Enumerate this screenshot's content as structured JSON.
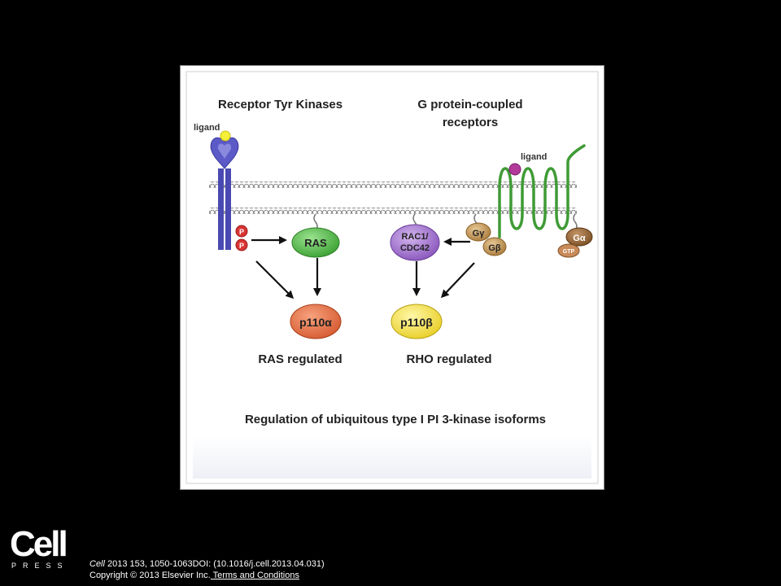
{
  "figure": {
    "left_title": "Receptor Tyr Kinases",
    "right_title_line1": "G protein-coupled",
    "right_title_line2": "receptors",
    "ligand_left": "ligand",
    "ligand_right": "ligand",
    "phospho_label": "P",
    "ras": "RAS",
    "rac_line1": "RAC1/",
    "rac_line2": "CDC42",
    "g_gamma": "Gγ",
    "g_beta": "Gβ",
    "g_alpha": "Gα",
    "gtp": "GTP",
    "p110_alpha": "p110α",
    "p110_beta": "p110β",
    "ras_regulated": "RAS regulated",
    "rho_regulated": "RHO regulated",
    "caption": "Regulation of ubiquitous type I PI 3-kinase isoforms"
  },
  "footer": {
    "logo_word": "Cell",
    "logo_sub": "PRESS",
    "journal": "Cell",
    "citation_rest": " 2013 153, 1050-1063DOI: (10.1016/j.cell.2013.04.031)",
    "copyright": "Copyright © 2013 Elsevier Inc.",
    "terms_link": " Terms and Conditions"
  },
  "colors": {
    "receptor": "#4a49b3",
    "ras": "#4fbf45",
    "rac": "#9b6bc9",
    "g_subunit": "#c69a58",
    "p110_alpha": "#e3724a",
    "p110_beta": "#f2e04a",
    "gpcr": "#3f9b35",
    "phospho": "#d83434"
  }
}
